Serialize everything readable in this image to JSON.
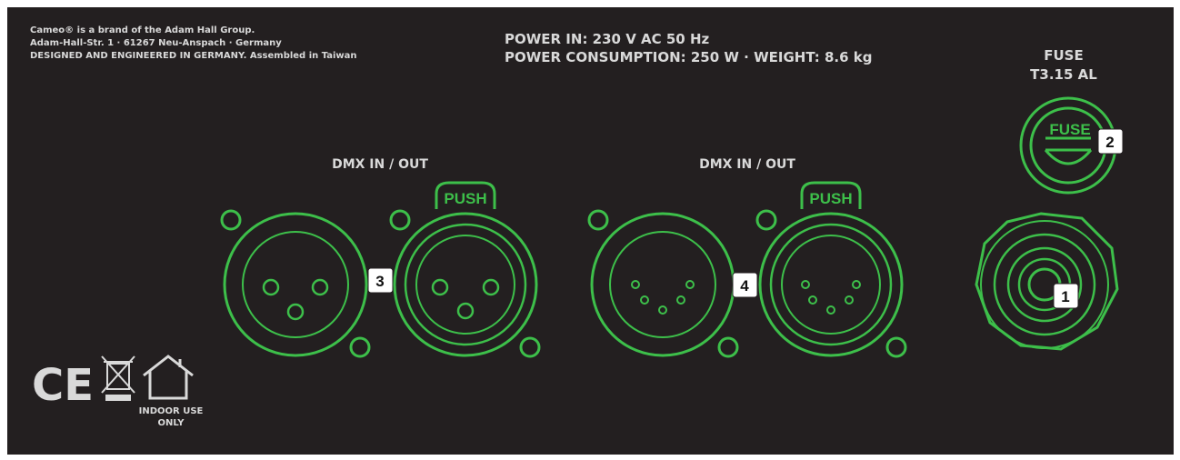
{
  "brand_lines": [
    "Cameo® is a brand of the Adam Hall Group.",
    "Adam-Hall-Str. 1 · 61267 Neu-Anspach · Germany",
    "DESIGNED AND ENGINEERED IN GERMANY. Assembled in Taiwan"
  ],
  "power": {
    "line1": "POWER IN: 230 V AC 50 Hz",
    "line2": "POWER CONSUMPTION: 250 W · WEIGHT: 8.6 kg"
  },
  "fuse": {
    "title": "FUSE",
    "rating": "T3.15 AL",
    "holder_label": "FUSE"
  },
  "dmx_groups": [
    {
      "label": "DMX IN / OUT",
      "push_label": "PUSH",
      "badge": "3"
    },
    {
      "label": "DMX IN / OUT",
      "push_label": "PUSH",
      "badge": "4"
    }
  ],
  "power_badge": "1",
  "fuse_badge": "2",
  "compliance": {
    "ce": "CE",
    "indoor_line1": "INDOOR USE",
    "indoor_line2": "ONLY"
  },
  "colors": {
    "panel": "#231f20",
    "accent_green": "#3dbf4a",
    "text": "#d9d9d9"
  }
}
